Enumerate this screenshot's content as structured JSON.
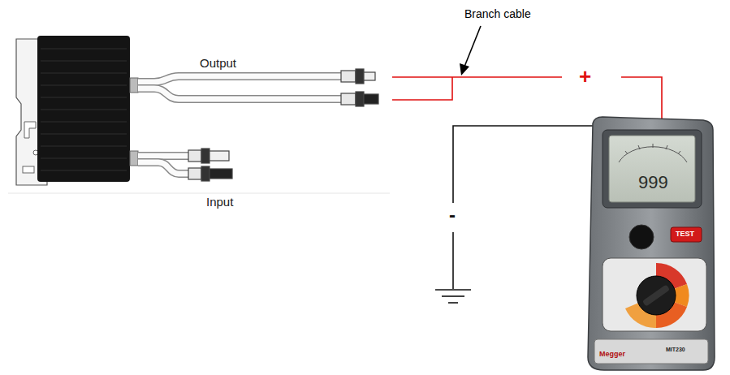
{
  "diagram": {
    "labels": [
      "Branch cable",
      "Output",
      "Input",
      "+",
      "-",
      "999",
      "TEST",
      "Megger",
      "MIT230"
    ]
  }
}
